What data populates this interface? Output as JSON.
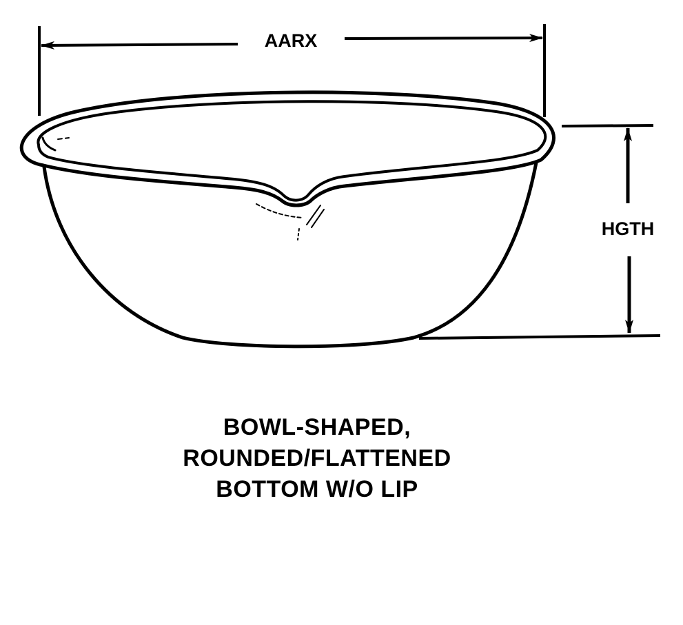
{
  "dimensions": {
    "width_label": "AARX",
    "height_label": "HGTH"
  },
  "caption": {
    "line1": "BOWL-SHAPED,",
    "line2": "ROUNDED/FLATTENED",
    "line3": "BOTTOM W/O LIP"
  },
  "colors": {
    "ink": "#000000",
    "paper": "#ffffff"
  }
}
